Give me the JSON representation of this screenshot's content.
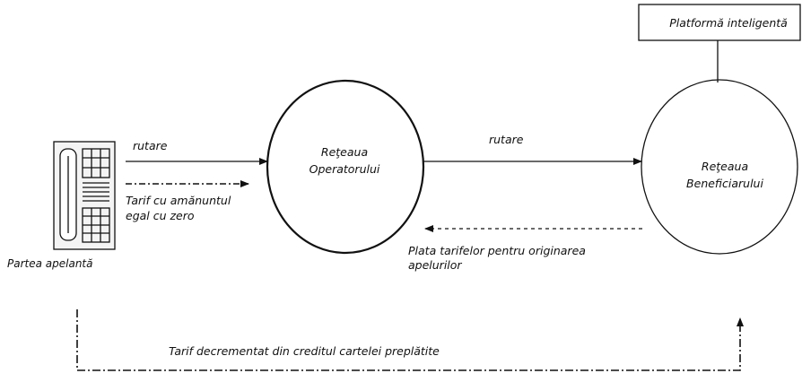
{
  "nodes": {
    "platform": "Platformă inteligentă",
    "operator_line1": "Reţeaua",
    "operator_line2": "Operatorului",
    "beneficiary_line1": "Reţeaua",
    "beneficiary_line2": "Beneficiarului",
    "caller": "Partea apelantă"
  },
  "edges": {
    "routing_left": "rutare",
    "routing_right": "rutare",
    "tariff_line1": "Tarif cu amănuntul",
    "tariff_line2": "egal cu zero",
    "payment_line1": "Plata tarifelor pentru originarea",
    "payment_line2": "apelurilor",
    "prepaid": "Tarif decrementat din creditul cartelei preplătite"
  },
  "icons": {
    "telephone": "telephone-icon"
  },
  "colors": {
    "ink": "#111111",
    "background": "#ffffff"
  }
}
